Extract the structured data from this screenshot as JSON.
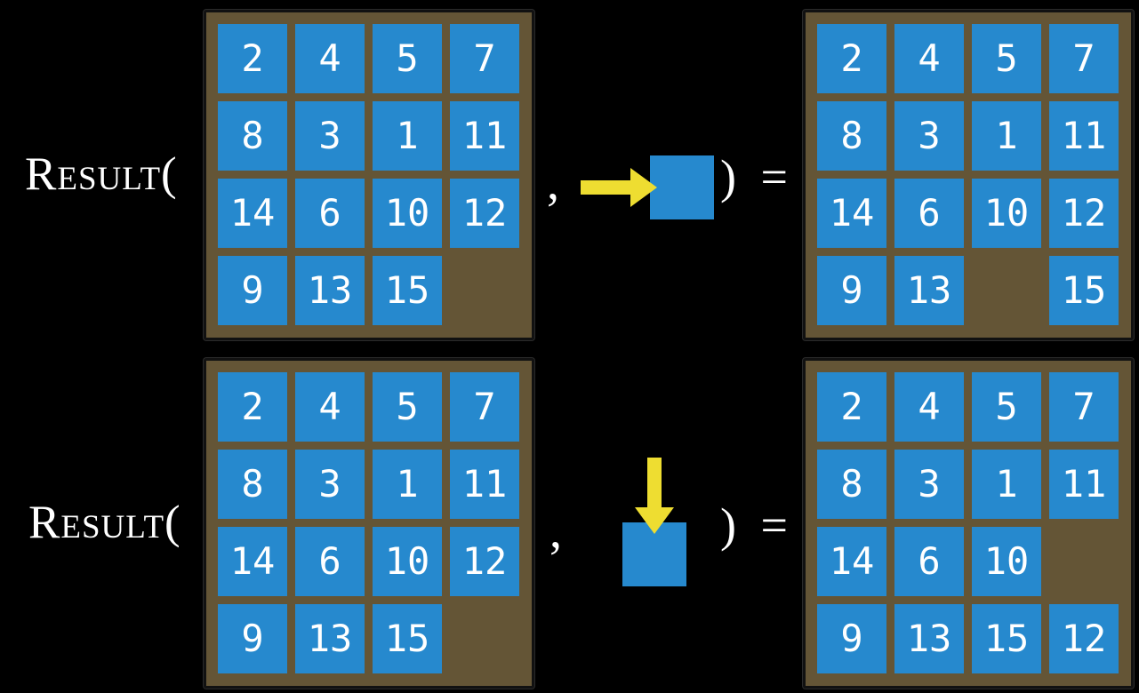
{
  "colors": {
    "background": "#000000",
    "board": "#645536",
    "board_border": "#111111",
    "tile_blue": "#2689ce",
    "tile_text": "#ffffff",
    "arrow_yellow": "#eedd31",
    "label_text": "#ffffff"
  },
  "examples": [
    {
      "function_label": "Result(",
      "comma": ",",
      "close_label": ") =",
      "action_icon": "arrow-right-into-blank-square",
      "input_grid": {
        "rows": [
          [
            "2",
            "4",
            "5",
            "7"
          ],
          [
            "8",
            "3",
            "1",
            "11"
          ],
          [
            "14",
            "6",
            "10",
            "12"
          ],
          [
            "9",
            "13",
            "15",
            ""
          ]
        ]
      },
      "output_grid": {
        "rows": [
          [
            "2",
            "4",
            "5",
            "7"
          ],
          [
            "8",
            "3",
            "1",
            "11"
          ],
          [
            "14",
            "6",
            "10",
            "12"
          ],
          [
            "9",
            "13",
            "",
            "15"
          ]
        ]
      }
    },
    {
      "function_label": "Result(",
      "comma": ",",
      "close_label": ") =",
      "action_icon": "arrow-down-into-blank-square",
      "input_grid": {
        "rows": [
          [
            "2",
            "4",
            "5",
            "7"
          ],
          [
            "8",
            "3",
            "1",
            "11"
          ],
          [
            "14",
            "6",
            "10",
            "12"
          ],
          [
            "9",
            "13",
            "15",
            ""
          ]
        ]
      },
      "output_grid": {
        "rows": [
          [
            "2",
            "4",
            "5",
            "7"
          ],
          [
            "8",
            "3",
            "1",
            "11"
          ],
          [
            "14",
            "6",
            "10",
            ""
          ],
          [
            "9",
            "13",
            "15",
            "12"
          ]
        ]
      }
    }
  ]
}
